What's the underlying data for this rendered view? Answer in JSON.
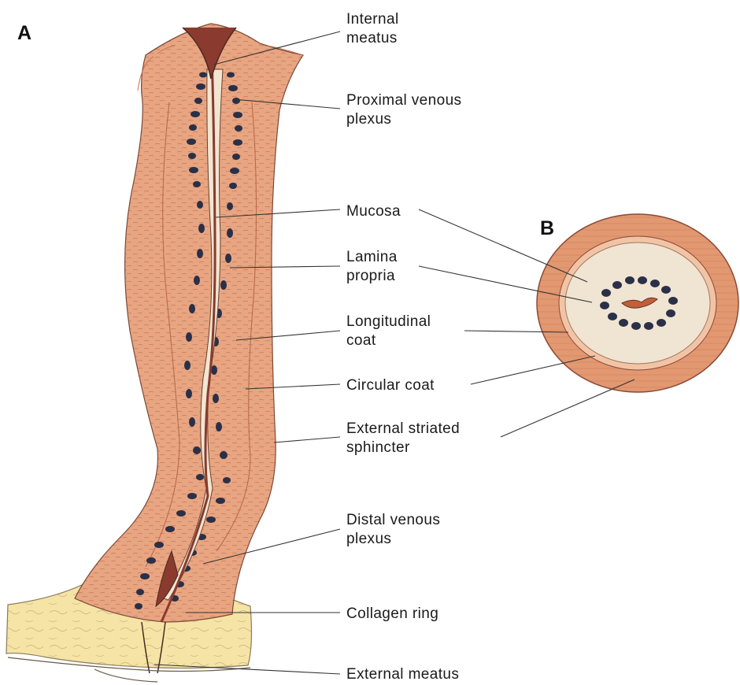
{
  "panels": {
    "a": "A",
    "b": "B"
  },
  "labels": {
    "internal_meatus": [
      "Internal",
      "meatus"
    ],
    "proximal_venous_plexus": [
      "Proximal venous",
      "plexus"
    ],
    "mucosa": [
      "Mucosa"
    ],
    "lamina_propria": [
      "Lamina",
      "propria"
    ],
    "longitudinal_coat": [
      "Longitudinal",
      "coat"
    ],
    "circular_coat": [
      "Circular coat"
    ],
    "external_striated_sphincter": [
      "External striated",
      "sphincter"
    ],
    "distal_venous_plexus": [
      "Distal venous",
      "plexus"
    ],
    "collagen_ring": [
      "Collagen ring"
    ],
    "external_meatus": [
      "External meatus"
    ]
  },
  "colors": {
    "muscle": "#e8a581",
    "muscle_dark": "#c9785a",
    "muscle_light": "#f2c4a6",
    "veins": "#2a3048",
    "lumen": "#8a3a2e",
    "mucosa": "#f1e6d2",
    "collagen": "#f5e4a6",
    "crosssection_inner": "#f0e4d2"
  }
}
